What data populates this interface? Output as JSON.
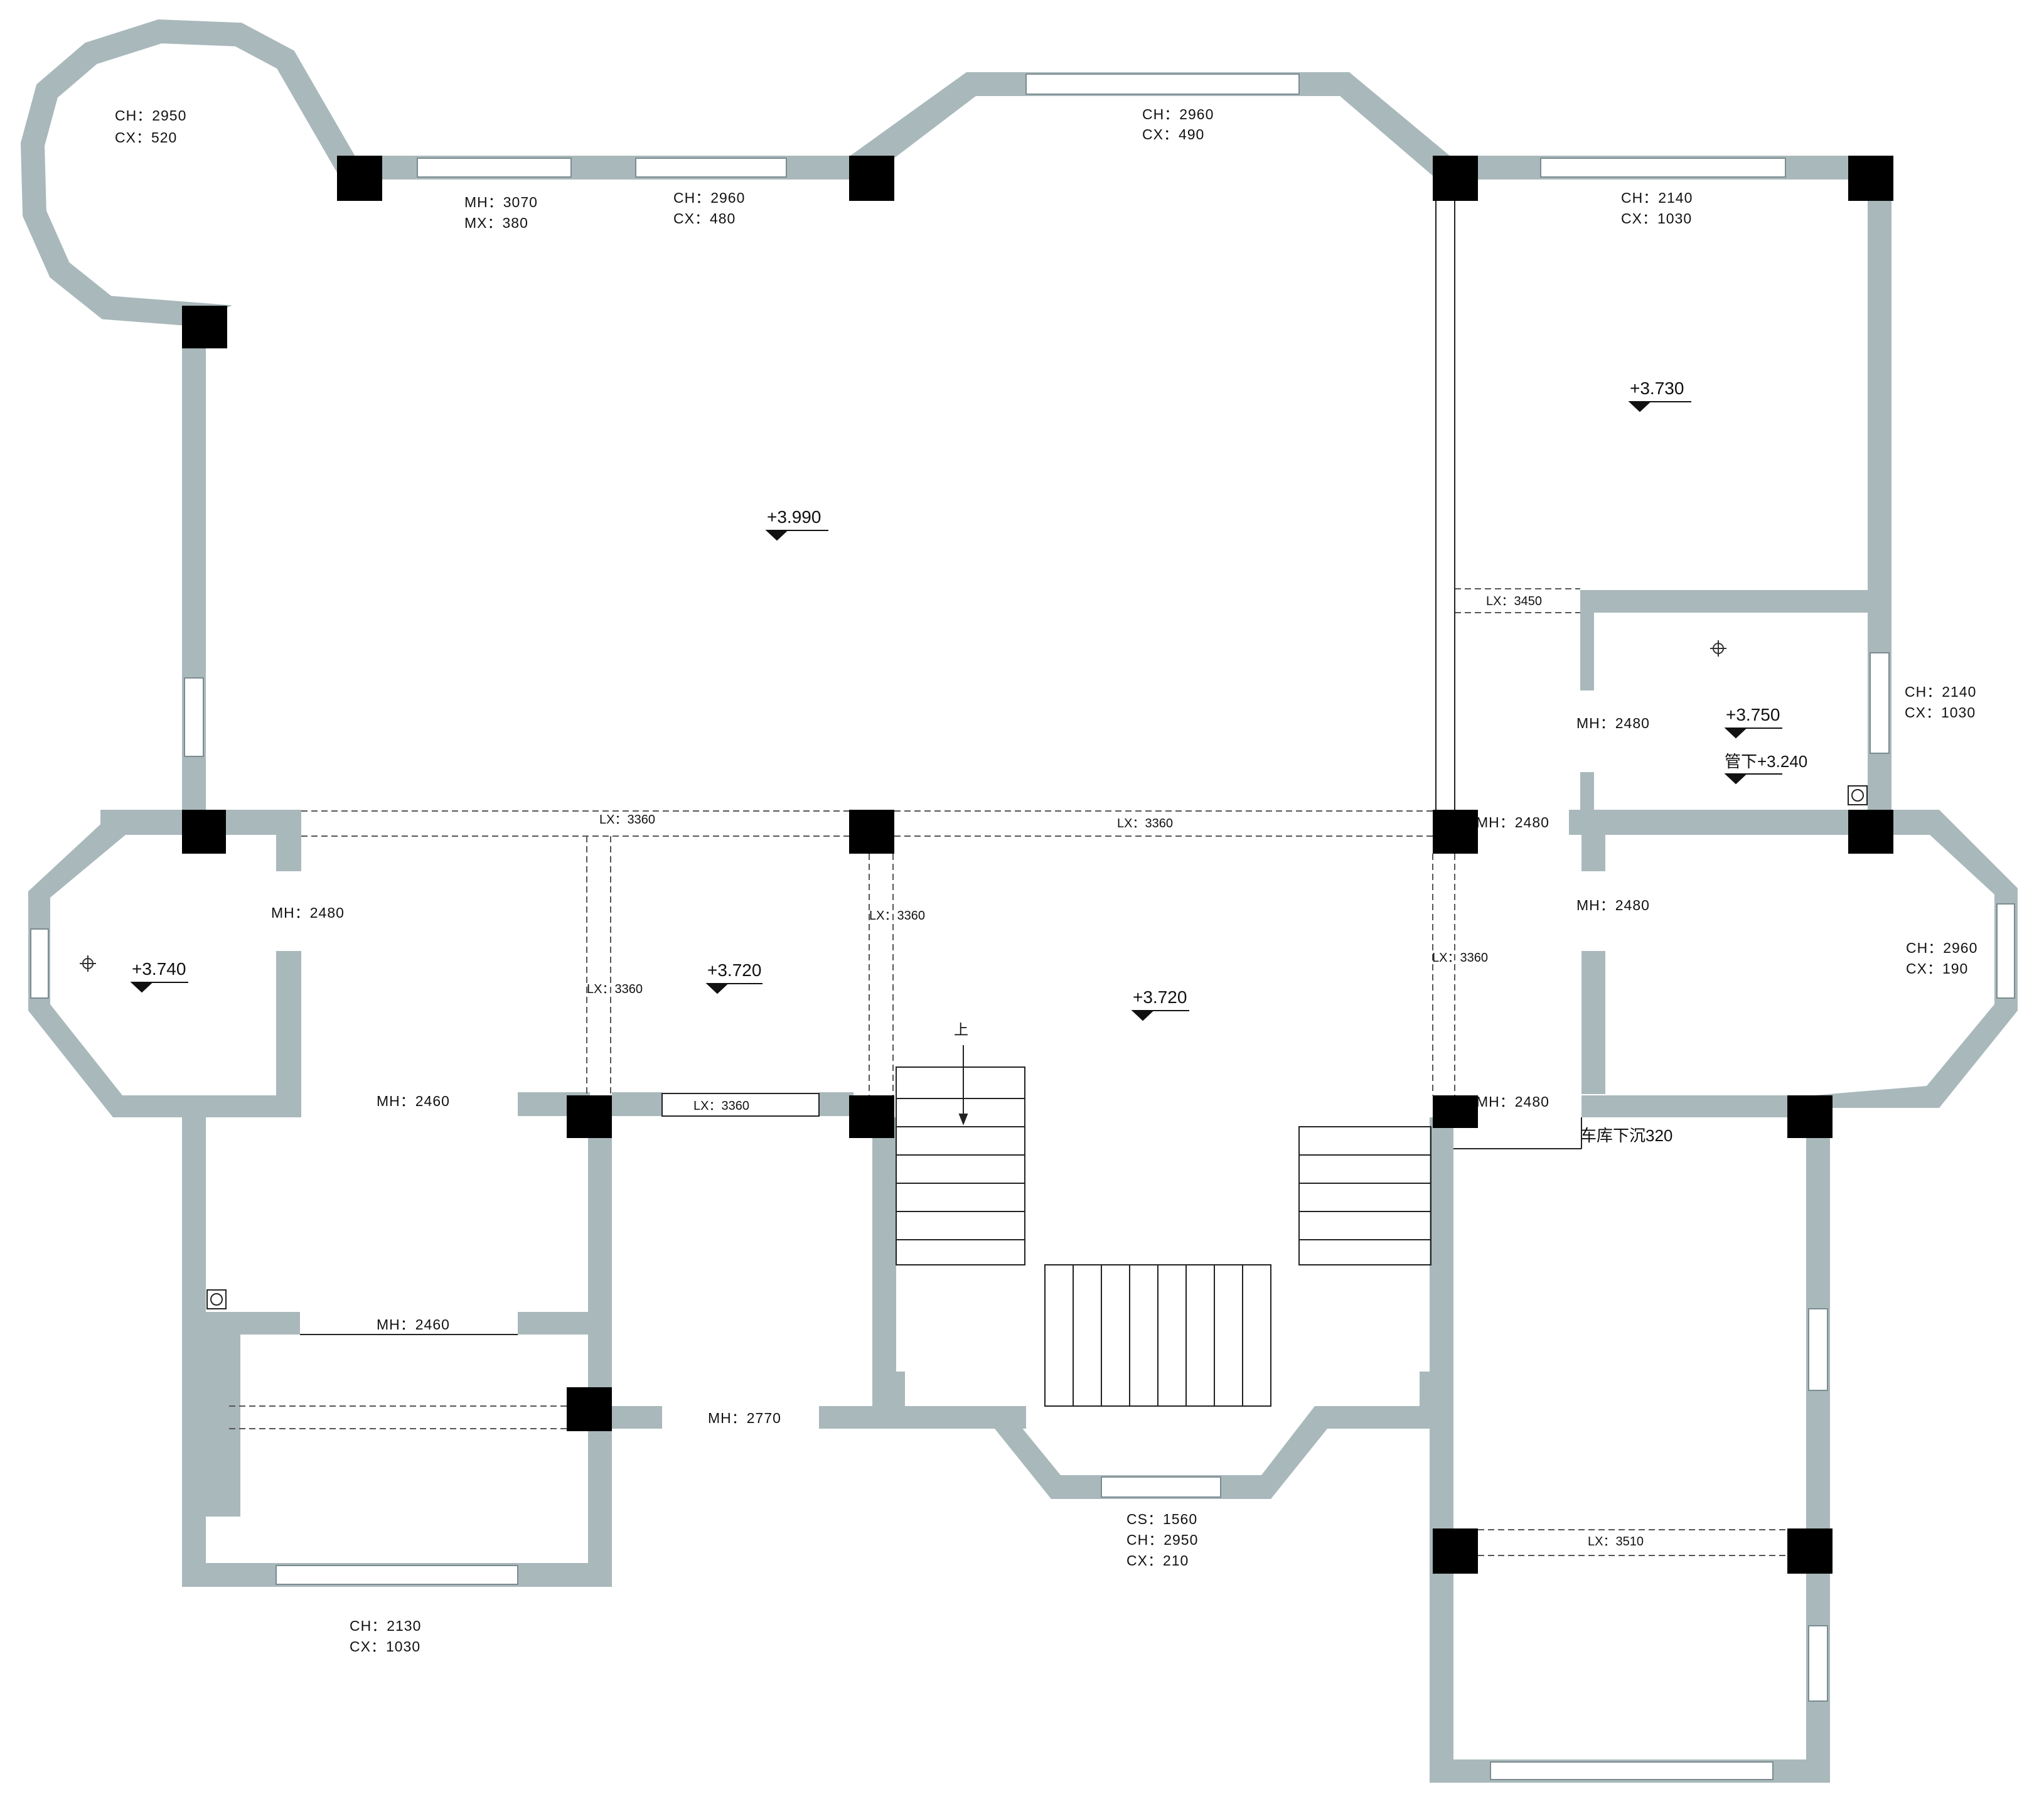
{
  "colors": {
    "wall": "#a9b8bb",
    "column": "#000000",
    "line": "#222222",
    "background": "#ffffff"
  },
  "annotations": {
    "nw_bay": [
      "CH：2950",
      "CX：520"
    ],
    "north_door": [
      "MH：3070",
      "MX：380"
    ],
    "north_window": [
      "CH：2960",
      "CX：480"
    ],
    "north_bay": [
      "CH：2960",
      "CX：490"
    ],
    "ne_window": [
      "CH：2140",
      "CX：1030"
    ],
    "east_window": [
      "CH：2140",
      "CX：1030"
    ],
    "east_bay": [
      "CH：2960",
      "CX：190"
    ],
    "south_bay": [
      "CS：1560",
      "CH：2950",
      "CX：210"
    ],
    "sw_window": [
      "CH：2130",
      "CX：1030"
    ]
  },
  "levels": {
    "main_hall": "+3.990",
    "ne_room": "+3.730",
    "east_small": "+3.750",
    "pipe_under": "管下+3.240",
    "west_room": "+3.740",
    "mid_room": "+3.720",
    "central_hall": "+3.720"
  },
  "beams": {
    "lx_3450": "LX：3450",
    "lx_north_left": "LX：3360",
    "lx_north_right": "LX：3360",
    "lx_mid_v1": "LX：3360",
    "lx_mid_v2": "LX：3360",
    "lx_east_v": "LX：3360",
    "lx_bottom": "LX：3360",
    "lx_garage": "LX：3510"
  },
  "doors": {
    "mh_east_small": "MH：2480",
    "mh_east_corner": "MH：2480",
    "mh_east_room": "MH：2480",
    "mh_west": "MH：2480",
    "mh_mid": "MH：2460",
    "mh_lower": "MH：2460",
    "mh_garage": "MH：2480",
    "mh_entrance": "MH：2770"
  },
  "stair_up": "上",
  "garage_note": "车库下沉320"
}
